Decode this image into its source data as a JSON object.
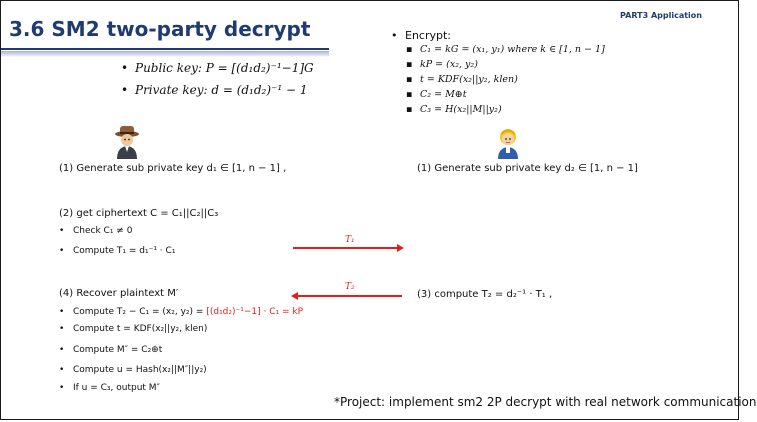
{
  "header": {
    "title": "3.6 SM2 two-party decrypt",
    "section_tag": "PART3 Application"
  },
  "keys": {
    "public": "Public key:  P = [(d₁d₂)⁻¹−1]G",
    "private": "Private key:  d = (d₁d₂)⁻¹ − 1"
  },
  "encrypt": {
    "heading": "Encrypt:",
    "lines": [
      "C₁ = kG = (x₁, y₁)  where k ∈ [1, n − 1]",
      "kP = (x₂, y₂)",
      "t = KDF(x₂||y₂, klen)",
      "C₂ = M⊕t",
      "C₃ = H(x₂||M||y₂)"
    ]
  },
  "party1": {
    "icon": "person-with-hat-icon",
    "step1": "(1) Generate sub private key d₁ ∈ [1, n − 1] ,",
    "step2_heading": "(2) get ciphertext C = C₁||C₂||C₃",
    "step2_items": [
      "Check C₁ ≠ 0",
      "Compute T₁ = d₁⁻¹ · C₁"
    ],
    "step4_heading": "(4) Recover plaintext M′",
    "step4_first_black": "Compute T₂ − C₁ = (x₂, y₂) =",
    "step4_first_red": "[(d₁d₂)⁻¹−1] · C₁ = kP",
    "step4_items": [
      "Compute t = KDF(x₂||y₂, klen)",
      "Compute M″ = C₂⊕t",
      "Compute u = Hash(x₂||M″||y₂)",
      "If u = C₃, output M″"
    ]
  },
  "party2": {
    "icon": "person-with-yellow-hair-icon",
    "step1": "(1) Generate sub private key d₂ ∈ [1, n − 1]",
    "step3": "(3) compute  T₂ = d₂⁻¹ · T₁ ,"
  },
  "messages": {
    "t1_label": "T₁",
    "t2_label": "T₂",
    "arrow_color": "#e0201a"
  },
  "footer": {
    "project": "*Project: implement sm2 2P decrypt with real network communication"
  },
  "colors": {
    "title": "#1f3b73",
    "accent_red": "#e0201a"
  }
}
